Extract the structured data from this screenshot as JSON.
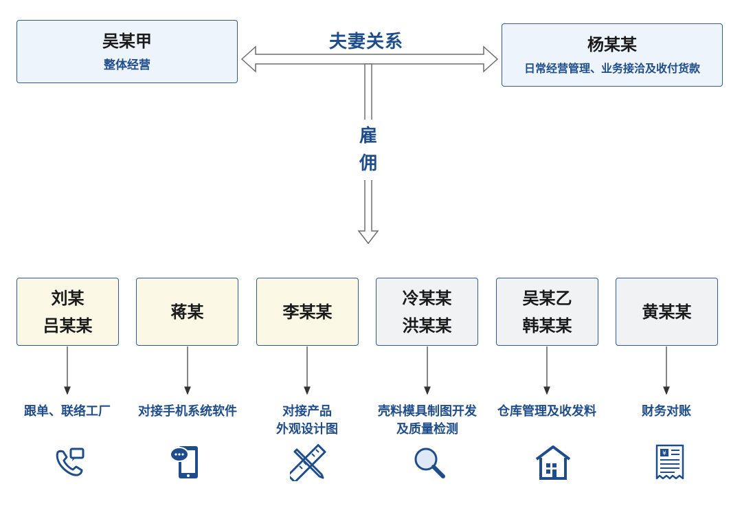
{
  "top_left": {
    "name": "吴某甲",
    "role": "整体经营"
  },
  "top_right": {
    "name": "杨某某",
    "role": "日常经营管理、业务接洽及收付货款"
  },
  "relation_label": "夫妻关系",
  "employ_label": {
    "char1": "雇",
    "char2": "佣"
  },
  "employees": [
    {
      "names": [
        "刘某",
        "吕某某"
      ],
      "duty": [
        "跟单、联络工厂"
      ],
      "icon": "phone-message-icon"
    },
    {
      "names": [
        "蒋某"
      ],
      "duty": [
        "对接手机系统软件"
      ],
      "icon": "smartphone-chat-icon"
    },
    {
      "names": [
        "李某某"
      ],
      "duty": [
        "对接产品",
        "外观设计图"
      ],
      "icon": "ruler-pencil-icon"
    },
    {
      "names": [
        "冷某某",
        "洪某某"
      ],
      "duty": [
        "壳料模具制图开发",
        "及质量检测"
      ],
      "icon": "magnifier-icon"
    },
    {
      "names": [
        "吴某乙",
        "韩某某"
      ],
      "duty": [
        "仓库管理及收发料"
      ],
      "icon": "warehouse-icon"
    },
    {
      "names": [
        "黄某某"
      ],
      "duty": [
        "财务对账"
      ],
      "icon": "receipt-icon"
    }
  ],
  "colors": {
    "accent": "#1f4d8c",
    "border": "#2d5a94",
    "top_box_fill": "#eef4fc",
    "cream_fill": "#fbf8e6",
    "gray_fill": "#f1f2f4"
  }
}
